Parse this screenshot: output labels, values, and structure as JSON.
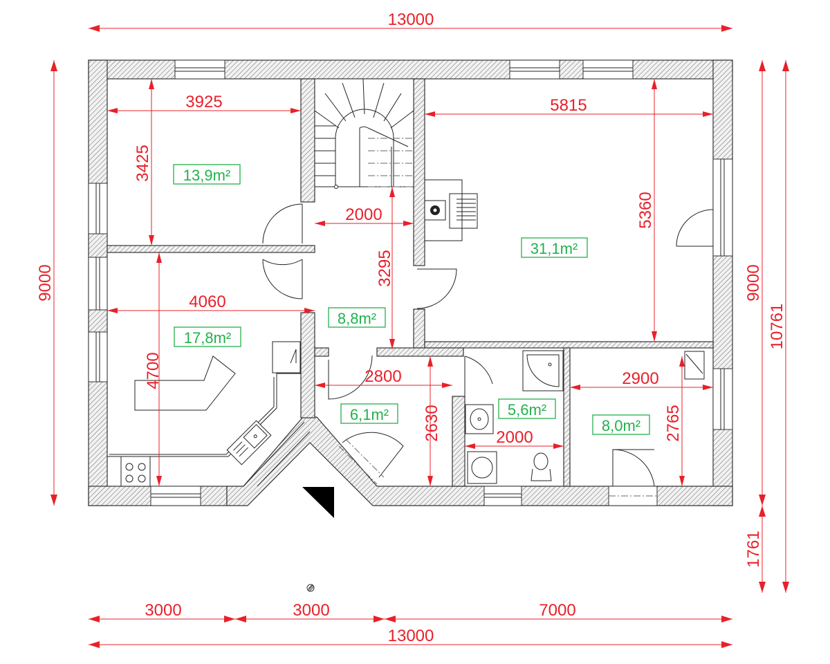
{
  "plan": {
    "top_total": "13000",
    "bottom_total": "13000",
    "bottom_segments": [
      "3000",
      "3000",
      "7000"
    ],
    "left_height": "9000",
    "right_height": "9000",
    "right_total": "10761",
    "right_extra": "1761"
  },
  "dimensions": {
    "bedroom_width": "3925",
    "bedroom_height": "3425",
    "hall_width": "2000",
    "hall_height": "3295",
    "living_width": "5815",
    "living_height": "5360",
    "kitchen_width": "4060",
    "kitchen_height": "4700",
    "entry_width": "2800",
    "entry_height": "2630",
    "bath_width": "2000",
    "room_width": "2900",
    "room_height": "2765"
  },
  "rooms": {
    "bedroom_area": "13,9m²",
    "living_area": "31,1m²",
    "hall_area": "8,8m²",
    "kitchen_area": "17,8m²",
    "entry_area": "6,1m²",
    "bath_area": "5,6m²",
    "room_area": "8,0m²"
  },
  "colors": {
    "dimension": "#e8202a",
    "area_label": "#22b14c",
    "wall_outline": "#333333"
  }
}
